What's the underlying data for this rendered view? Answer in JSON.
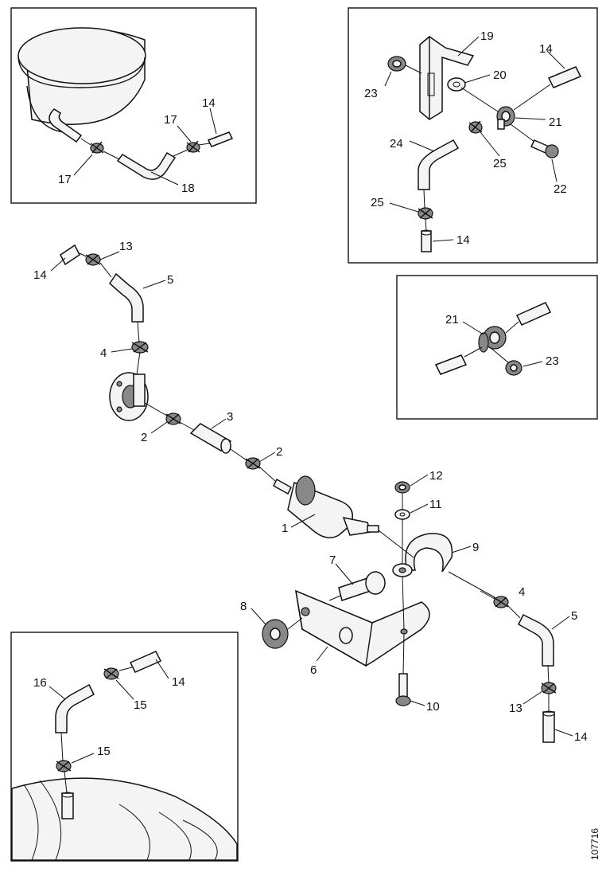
{
  "diagram": {
    "drawing_code": "107716",
    "labels": {
      "main": [
        "13",
        "14",
        "5",
        "4",
        "2",
        "3",
        "2",
        "1",
        "12",
        "11",
        "9",
        "7",
        "8",
        "6",
        "4",
        "5",
        "10",
        "13",
        "14"
      ],
      "inset_top_left": [
        "14",
        "17",
        "17",
        "18"
      ],
      "inset_top_right": [
        "19",
        "14",
        "20",
        "23",
        "21",
        "24",
        "25",
        "22",
        "25",
        "14"
      ],
      "inset_mid_right": [
        "21",
        "23"
      ],
      "inset_bottom_left": [
        "14",
        "16",
        "15",
        "15"
      ]
    }
  }
}
